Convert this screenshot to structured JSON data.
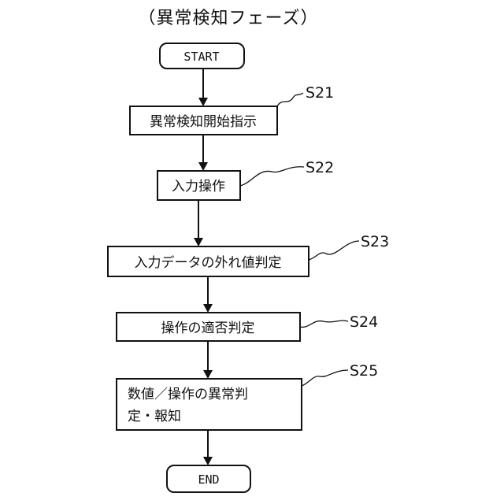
{
  "title": "（異常検知フェーズ）",
  "nodes": {
    "start": "START",
    "s21": "異常検知開始指示",
    "s22": "入力操作",
    "s23": "入力データの外れ値判定",
    "s24": "操作の適否判定",
    "s25_line1": "数値／操作の異常判",
    "s25_line2": "定・報知",
    "end": "END"
  },
  "step_labels": {
    "s21": "S21",
    "s22": "S22",
    "s23": "S23",
    "s24": "S24",
    "s25": "S25"
  },
  "edges": [
    {
      "from": "start",
      "to": "s21"
    },
    {
      "from": "s21",
      "to": "s22"
    },
    {
      "from": "s22",
      "to": "s23"
    },
    {
      "from": "s23",
      "to": "s24"
    },
    {
      "from": "s24",
      "to": "s25"
    },
    {
      "from": "s25",
      "to": "end"
    }
  ]
}
